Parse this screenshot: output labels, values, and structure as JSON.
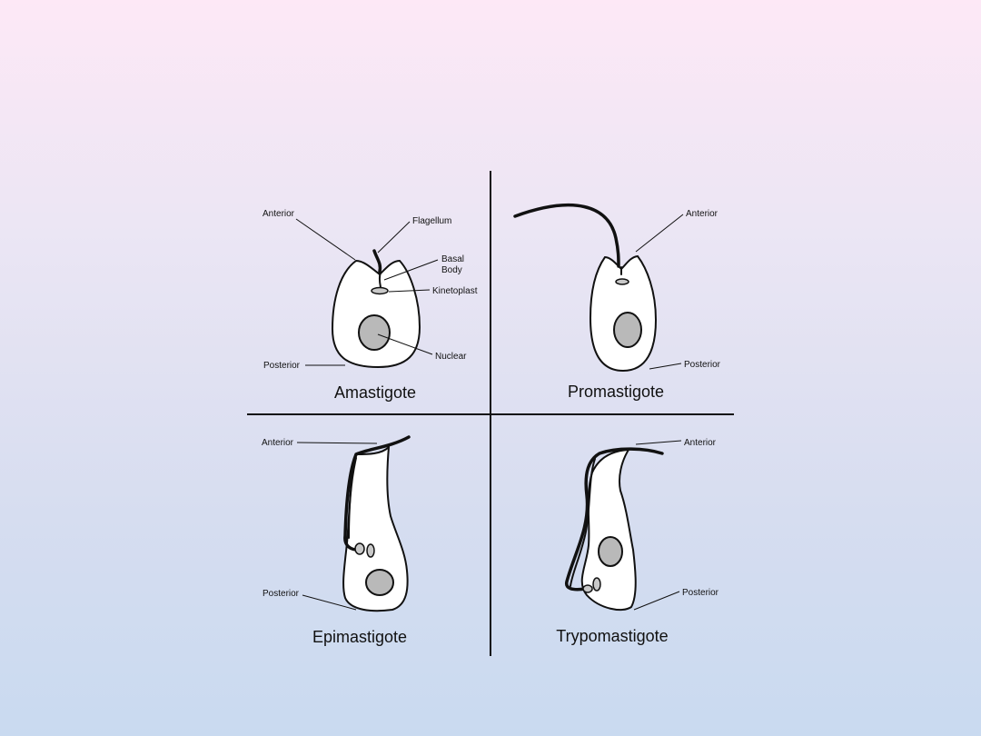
{
  "panels": {
    "amastigote": {
      "title": "Amastigote",
      "labels": {
        "anterior": "Anterior",
        "flagellum": "Flagellum",
        "basal_1": "Basal",
        "basal_2": "Body",
        "kinetoplast": "Kinetoplast",
        "nuclear": "Nuclear",
        "posterior": "Posterior"
      }
    },
    "promastigote": {
      "title": "Promastigote",
      "labels": {
        "anterior": "Anterior",
        "posterior": "Posterior"
      }
    },
    "epimastigote": {
      "title": "Epimastigote",
      "labels": {
        "anterior": "Anterior",
        "posterior": "Posterior"
      }
    },
    "trypomastigote": {
      "title": "Trypomastigote",
      "labels": {
        "anterior": "Anterior",
        "posterior": "Posterior"
      }
    }
  }
}
